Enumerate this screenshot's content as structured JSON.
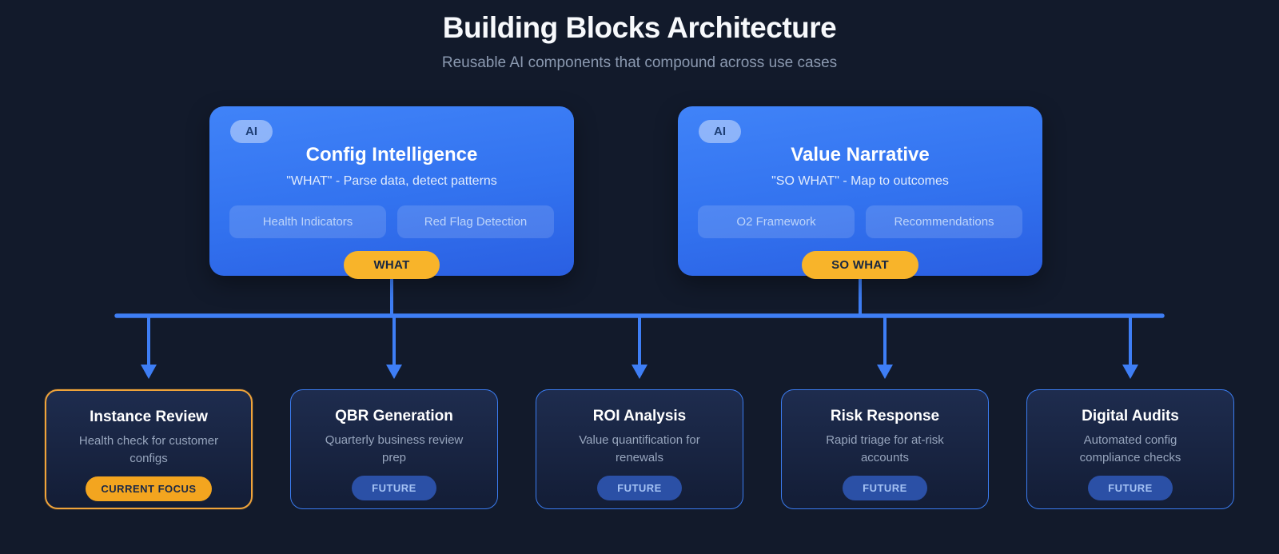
{
  "header": {
    "title": "Building Blocks Architecture",
    "subtitle": "Reusable AI components that compound across use cases"
  },
  "top_cards": [
    {
      "badge": "AI",
      "title": "Config Intelligence",
      "subtitle": "\"WHAT\" - Parse data, detect patterns",
      "chips": [
        "Health Indicators",
        "Red Flag Detection"
      ],
      "pill": "WHAT"
    },
    {
      "badge": "AI",
      "title": "Value Narrative",
      "subtitle": "\"SO WHAT\" - Map to outcomes",
      "chips": [
        "O2 Framework",
        "Recommendations"
      ],
      "pill": "SO WHAT"
    }
  ],
  "bottom_cards": [
    {
      "title": "Instance Review",
      "subtitle": "Health check for customer configs",
      "badge": "CURRENT FOCUS",
      "status": "current"
    },
    {
      "title": "QBR Generation",
      "subtitle": "Quarterly business review prep",
      "badge": "FUTURE",
      "status": "future"
    },
    {
      "title": "ROI Analysis",
      "subtitle": "Value quantification for renewals",
      "badge": "FUTURE",
      "status": "future"
    },
    {
      "title": "Risk Response",
      "subtitle": "Rapid triage for at-risk accounts",
      "badge": "FUTURE",
      "status": "future"
    },
    {
      "title": "Digital Audits",
      "subtitle": "Automated config compliance checks",
      "badge": "FUTURE",
      "status": "future"
    }
  ],
  "colors": {
    "background": "#121a2b",
    "top_card_gradient_start": "#4083f8",
    "top_card_gradient_end": "#2a5fe2",
    "connector_blue": "#3e7ef5",
    "accent_amber": "#f3a51f",
    "stage_pill_amber": "#f8b42a",
    "future_badge_bg": "#2b50a6",
    "bottom_card_bg": "#1a2645"
  }
}
